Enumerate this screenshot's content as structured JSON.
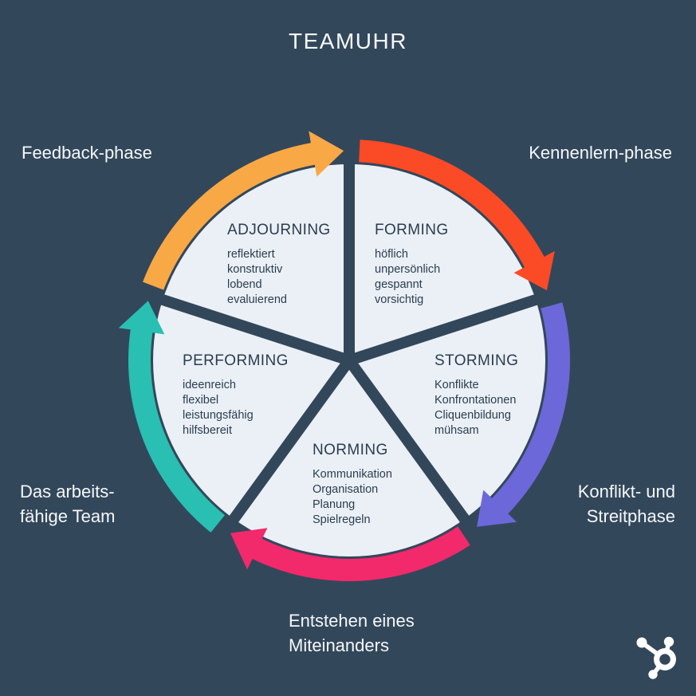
{
  "title": "TEAMUHR",
  "colors": {
    "background": "#33475B",
    "wedge_fill": "#EAF0F6",
    "wedge_text": "#2C3C50",
    "outer_text": "#F5F8FA",
    "logo": "#FFFFFF"
  },
  "diagram": {
    "type": "cycle-pie",
    "direction": "clockwise",
    "phases": [
      {
        "name": "FORMING",
        "traits": [
          "höflich",
          "unpersönlich",
          "gespannt",
          "vorsichtig"
        ],
        "outer_label_lines": [
          "Kennenlern-phase"
        ],
        "arrow_color": "#FA4B26",
        "start_angle": 0,
        "end_angle": 72
      },
      {
        "name": "STORMING",
        "traits": [
          "Konflikte",
          "Konfrontationen",
          "Cliquenbildung",
          "mühsam"
        ],
        "outer_label_lines": [
          "Konflikt- und",
          "Streitphase"
        ],
        "arrow_color": "#6C68D9",
        "start_angle": 72,
        "end_angle": 144
      },
      {
        "name": "NORMING",
        "traits": [
          "Kommunikation",
          "Organisation",
          "Planung",
          "Spielregeln"
        ],
        "outer_label_lines": [
          "Entstehen eines",
          "Miteinanders"
        ],
        "arrow_color": "#F2296B",
        "start_angle": 144,
        "end_angle": 216
      },
      {
        "name": "PERFORMING",
        "traits": [
          "ideenreich",
          "flexibel",
          "leistungsfähig",
          "hilfsbereit"
        ],
        "outer_label_lines": [
          "Das arbeits-",
          "fähige Team"
        ],
        "arrow_color": "#29BFB2",
        "start_angle": 216,
        "end_angle": 288
      },
      {
        "name": "ADJOURNING",
        "traits": [
          "reflektiert",
          "konstruktiv",
          "lobend",
          "evaluierend"
        ],
        "outer_label_lines": [
          "Feedback-phase"
        ],
        "arrow_color": "#F9A846",
        "start_angle": 288,
        "end_angle": 360
      }
    ]
  },
  "logo": {
    "name": "hubspot-sprocket"
  }
}
